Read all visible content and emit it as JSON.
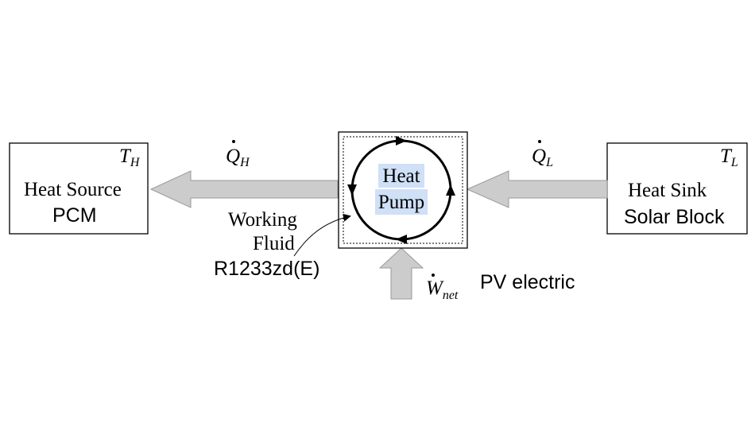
{
  "source": {
    "symbol": "T",
    "subscript": "H",
    "name": "Heat Source",
    "material": "PCM"
  },
  "sink": {
    "symbol": "T",
    "subscript": "L",
    "name": "Heat Sink",
    "material": "Solar Block"
  },
  "pump": {
    "line1": "Heat",
    "line2": "Pump",
    "highlight_color": "#cfe0f7"
  },
  "heat_out": {
    "symbol": "Q",
    "subscript": "H"
  },
  "heat_in": {
    "symbol": "Q",
    "subscript": "L"
  },
  "work": {
    "symbol": "W",
    "subscript": "net",
    "label": "PV electric"
  },
  "fluid": {
    "line1": "Working",
    "line2": "Fluid",
    "refrigerant": "R1233zd(E)"
  },
  "colors": {
    "arrow_fill": "#cccccc",
    "arrow_stroke": "#9a9a9a",
    "line": "#000000"
  }
}
